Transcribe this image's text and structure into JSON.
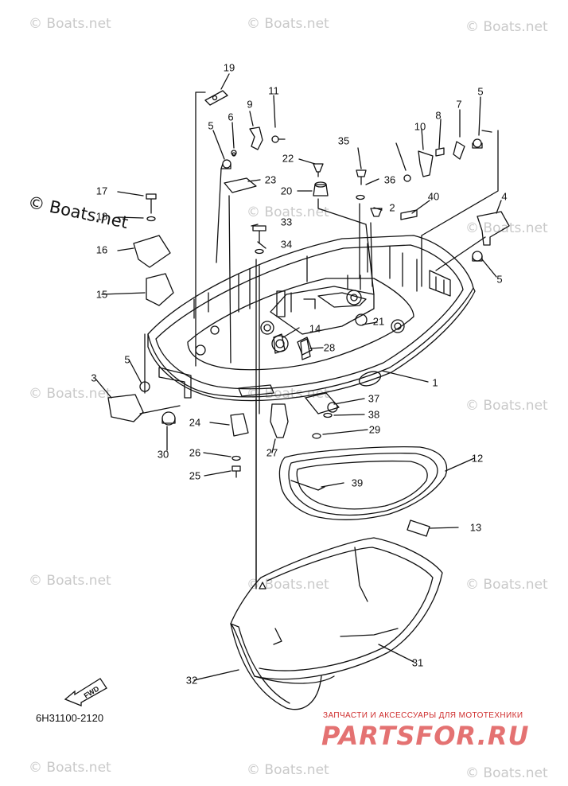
{
  "watermarks": [
    {
      "text": "© Boats.net"
    },
    {
      "text": "© Boats.net"
    },
    {
      "text": "© Boats.net"
    },
    {
      "text": "© Boats.net"
    },
    {
      "text": "© Boats.net"
    },
    {
      "text": "© Boats.net"
    },
    {
      "text": "© Boats.net"
    },
    {
      "text": "© Boats.net"
    },
    {
      "text": "© Boats.net"
    },
    {
      "text": "© Boats.net"
    },
    {
      "text": "© Boats.net"
    },
    {
      "text": "© Boats.net"
    },
    {
      "text": "© Boats.net"
    },
    {
      "text": "© Boats.net"
    },
    {
      "text": "© Boats.net"
    },
    {
      "text": "© Boats.net"
    }
  ],
  "watermark_main": "© Boats.net",
  "part_labels": [
    "19",
    "11",
    "9",
    "6",
    "5",
    "22",
    "23",
    "35",
    "36",
    "2",
    "40",
    "10",
    "8",
    "7",
    "5",
    "17",
    "18",
    "16",
    "20",
    "33",
    "34",
    "4",
    "5",
    "15",
    "14",
    "21",
    "28",
    "1",
    "3",
    "5",
    "37",
    "38",
    "24",
    "29",
    "30",
    "26",
    "27",
    "25",
    "12",
    "39",
    "13",
    "31",
    "32"
  ],
  "diagram_code": "6H31100-2120",
  "fwd_label": "FWD",
  "site_tagline": "ЗАПЧАСТИ И АКСЕССУАРЫ ДЛЯ МОТОТЕХНИКИ",
  "site_logo": "PARTSFOR.RU"
}
